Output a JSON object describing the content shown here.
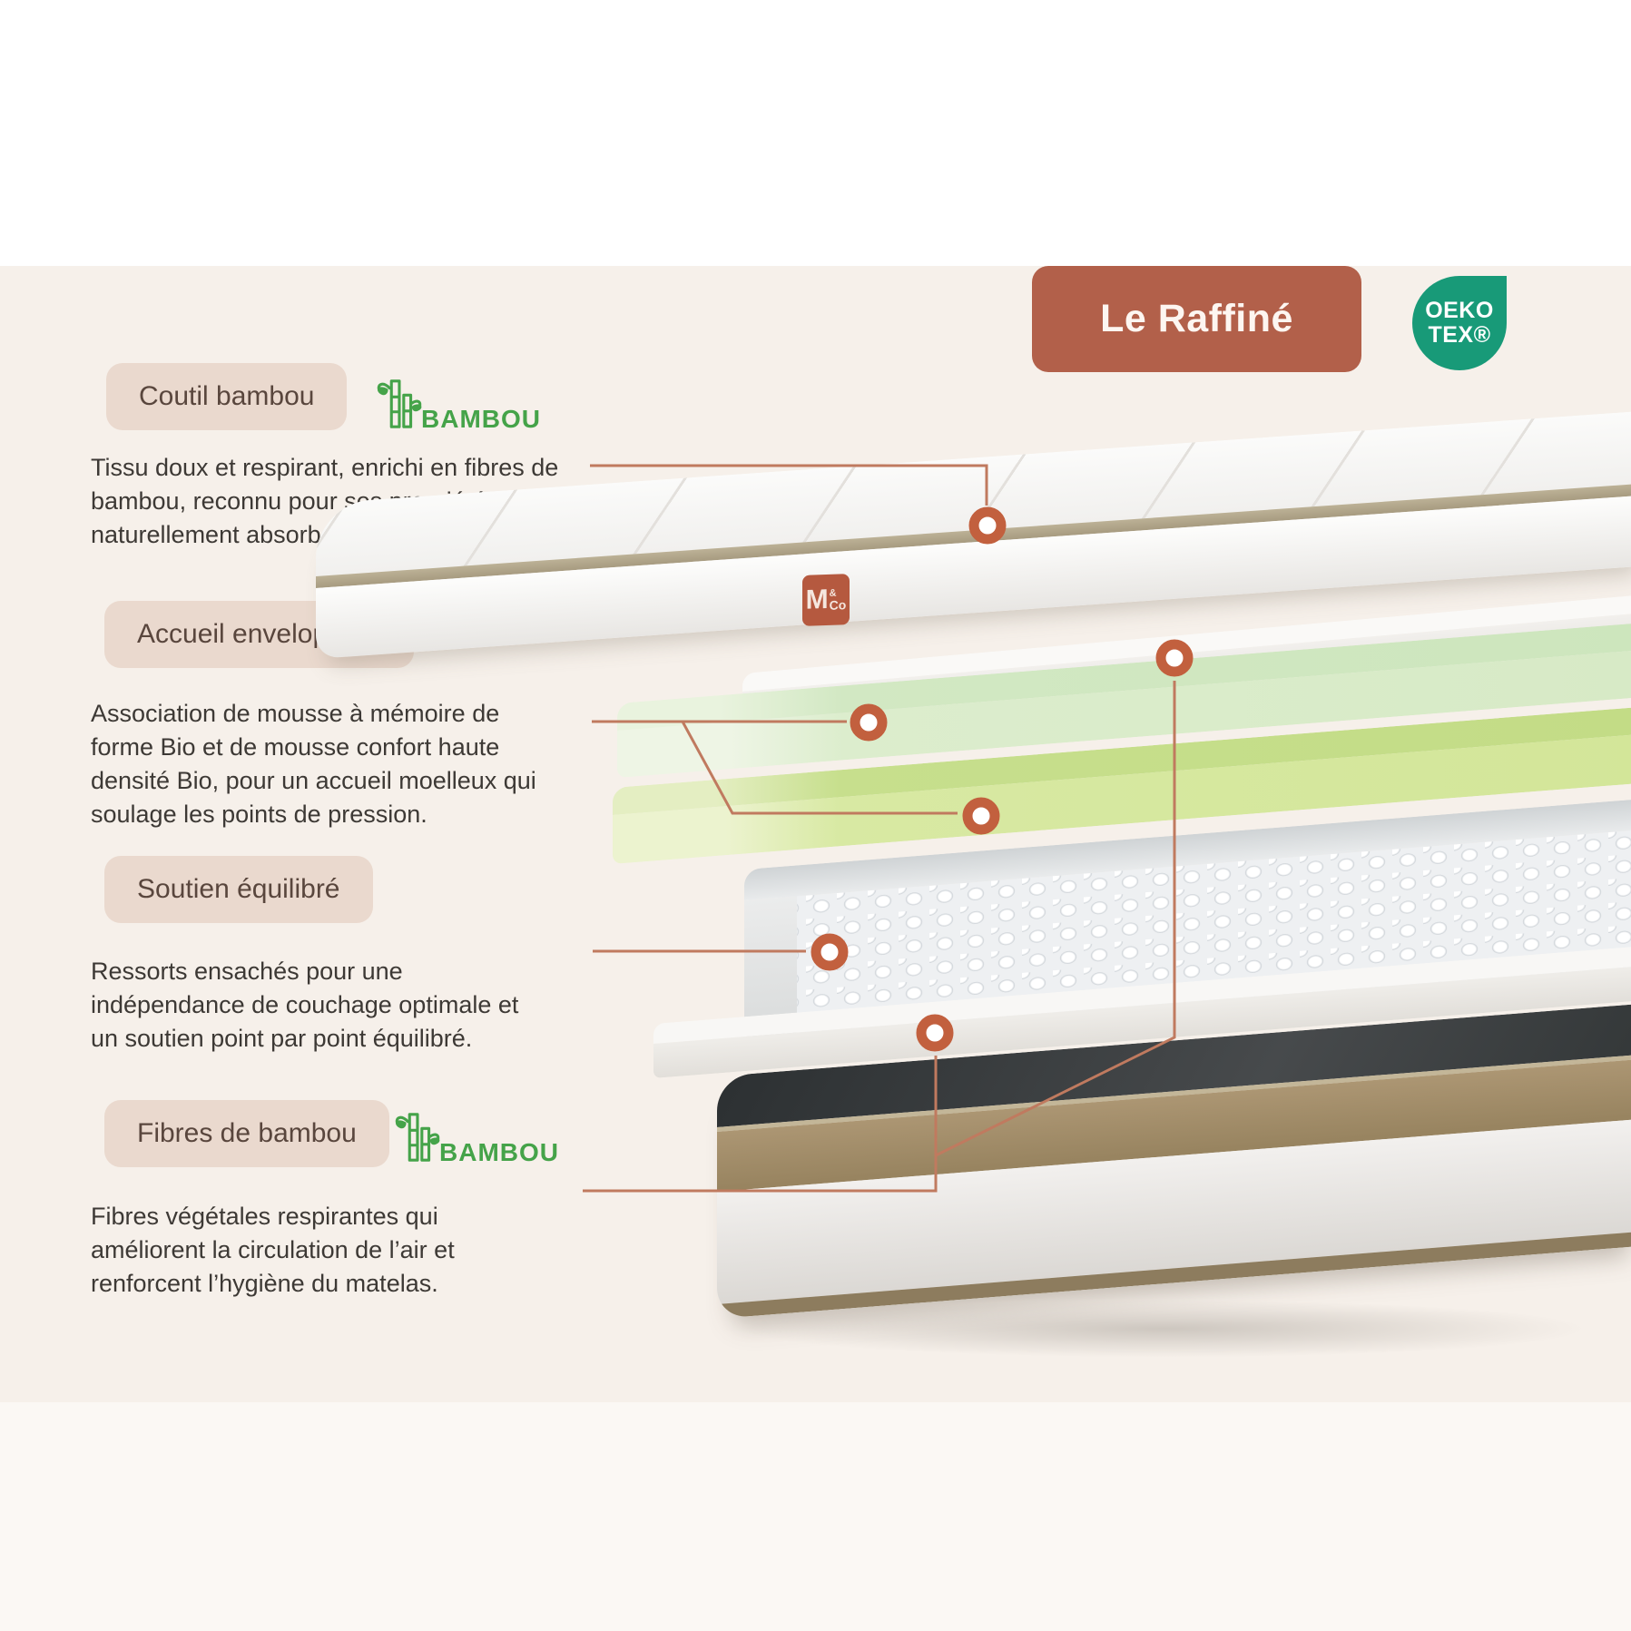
{
  "header": {
    "title": "Le Raffiné",
    "oeko_line1": "OEKO",
    "oeko_line2": "TEX®"
  },
  "brand_tag": {
    "m": "M",
    "amp": "&",
    "co": "Co"
  },
  "bambou_label": "BAMBOU",
  "sections": [
    {
      "label": "Coutil bambou",
      "lines": [
        "Tissu doux et respirant, enrichi en fibres de",
        "bambou, reconnu pour ses propriétés",
        "naturellement absorbantes."
      ]
    },
    {
      "label": "Accueil enveloppant",
      "lines": [
        "Association de mousse à mémoire de",
        "forme Bio et de mousse confort haute",
        "densité Bio, pour un accueil moelleux qui",
        "soulage les points de pression."
      ]
    },
    {
      "label": "Soutien équilibré",
      "lines": [
        "Ressorts ensachés pour une",
        "indépendance de couchage optimale et",
        "un soutien point par point équilibré."
      ]
    },
    {
      "label": "Fibres de bambou",
      "lines": [
        "Fibres végétales respirantes qui",
        "améliorent la circulation de l’air et",
        "renforcent l’hygiène du matelas."
      ]
    }
  ],
  "colors": {
    "accent_terracotta": "#b2604a",
    "connector_line": "#c07a5f",
    "marker_ring": "#c2603e",
    "oeko_teal": "#189a78",
    "pill_background": "#ead9ce",
    "bambou_green": "#45a349",
    "page_beige": "#f6f0ea"
  }
}
